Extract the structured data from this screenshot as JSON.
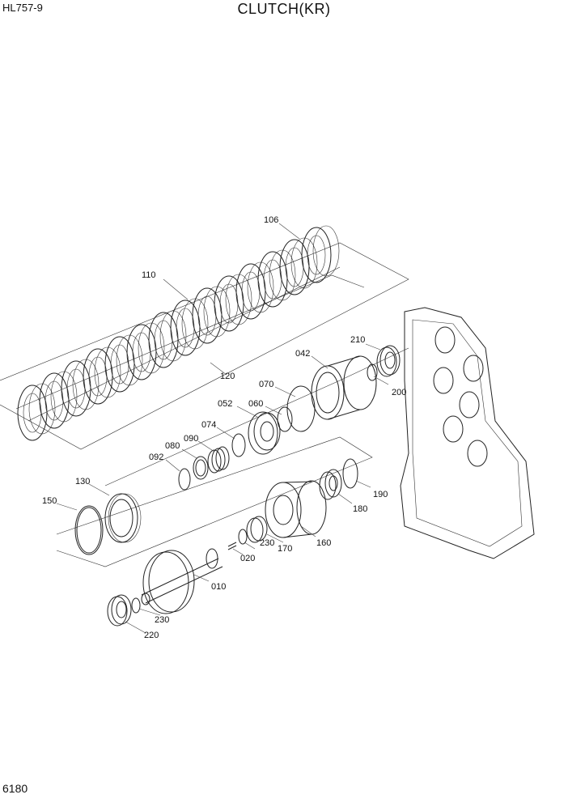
{
  "header": {
    "model": "HL757-9",
    "title": "CLUTCH(KR)"
  },
  "footer": {
    "page_number": "6180"
  },
  "diagram": {
    "labels": {
      "p106": "106",
      "p110": "110",
      "p120": "120",
      "p042": "042",
      "p210": "210",
      "p200": "200",
      "p070": "070",
      "p052": "052",
      "p060": "060",
      "p074": "074",
      "p090": "090",
      "p080": "080",
      "p092": "092",
      "p130": "130",
      "p150": "150",
      "p190": "190",
      "p180": "180",
      "p160": "160",
      "p170": "170",
      "p230a": "230",
      "p020": "020",
      "p010": "010",
      "p230b": "230",
      "p220": "220"
    }
  }
}
